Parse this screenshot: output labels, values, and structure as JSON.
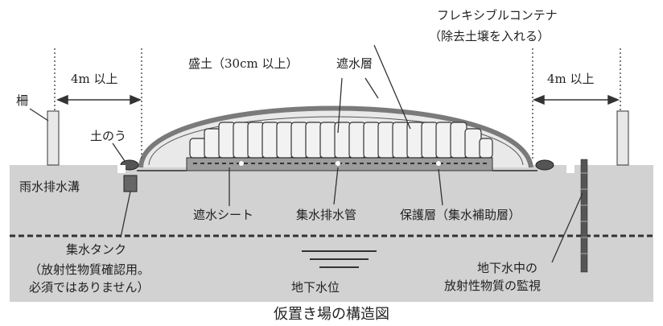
{
  "caption": "仮置き場の構造図",
  "labels": {
    "container_1": "フレキシブルコンテナ",
    "container_2": "（除去土壌を入れる）",
    "mound": "盛土（30cm 以上）",
    "waterproof_layer": "遮水層",
    "distance_left": "4m 以上",
    "distance_right": "4m 以上",
    "fence": "柵",
    "sandbag": "土のう",
    "rain_ditch": "雨水排水溝",
    "sheet": "遮水シート",
    "drain_pipe": "集水排水管",
    "protection_layer": "保護層（集水補助層）",
    "tank_1": "集水タンク",
    "tank_2": "（放射性物質確認用。",
    "tank_3": "必須ではありません）",
    "groundwater_level": "地下水位",
    "monitoring_1": "地下水中の",
    "monitoring_2": "放射性物質の監視"
  },
  "colors": {
    "ground": "#d2d2d2",
    "soil": "#e9e9e9",
    "cover": "#7a7a7a",
    "line": "#333333",
    "bag": "#f2f2f2"
  }
}
